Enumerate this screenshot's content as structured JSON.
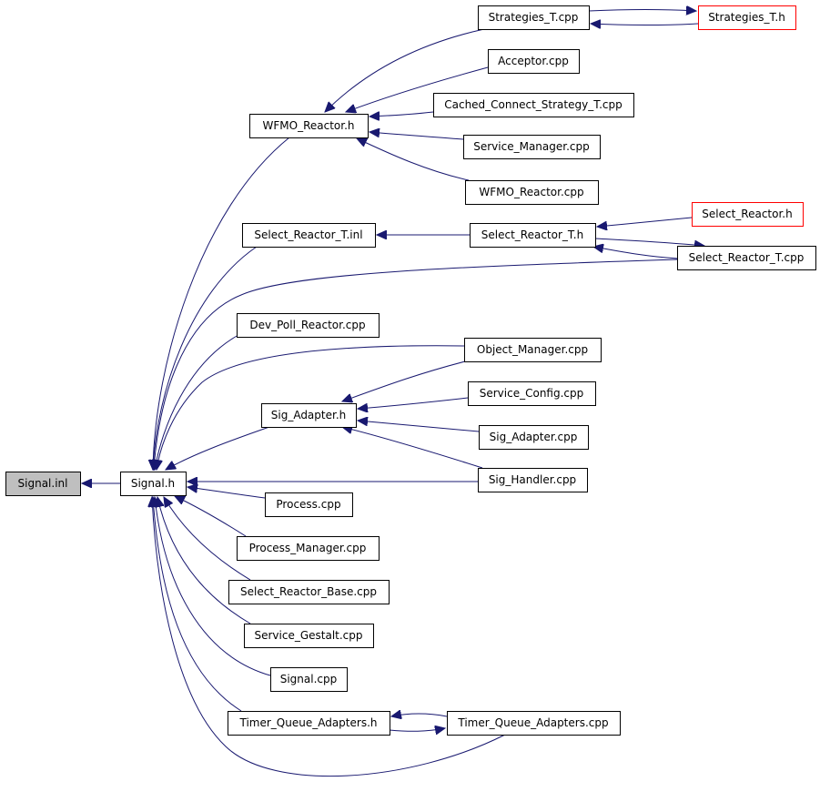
{
  "colors": {
    "edge": "#191970",
    "node_border": "#000000",
    "highlight_border": "#ff0000",
    "root_fill": "#bfbfbf"
  },
  "nodes": [
    {
      "id": "signal_inl",
      "label": "Signal.inl",
      "style": "root"
    },
    {
      "id": "signal_h",
      "label": "Signal.h"
    },
    {
      "id": "strategies_t_cpp",
      "label": "Strategies_T.cpp"
    },
    {
      "id": "strategies_t_h",
      "label": "Strategies_T.h",
      "style": "red"
    },
    {
      "id": "acceptor_cpp",
      "label": "Acceptor.cpp"
    },
    {
      "id": "wfmo_reactor_h",
      "label": "WFMO_Reactor.h"
    },
    {
      "id": "cached_connect_cpp",
      "label": "Cached_Connect_Strategy_T.cpp"
    },
    {
      "id": "service_manager_cpp",
      "label": "Service_Manager.cpp"
    },
    {
      "id": "wfmo_reactor_cpp",
      "label": "WFMO_Reactor.cpp"
    },
    {
      "id": "select_reactor_h",
      "label": "Select_Reactor.h",
      "style": "red"
    },
    {
      "id": "select_reactor_t_inl",
      "label": "Select_Reactor_T.inl"
    },
    {
      "id": "select_reactor_t_h",
      "label": "Select_Reactor_T.h"
    },
    {
      "id": "select_reactor_t_cpp",
      "label": "Select_Reactor_T.cpp"
    },
    {
      "id": "dev_poll_reactor_cpp",
      "label": "Dev_Poll_Reactor.cpp"
    },
    {
      "id": "object_manager_cpp",
      "label": "Object_Manager.cpp"
    },
    {
      "id": "service_config_cpp",
      "label": "Service_Config.cpp"
    },
    {
      "id": "sig_adapter_h",
      "label": "Sig_Adapter.h"
    },
    {
      "id": "sig_adapter_cpp",
      "label": "Sig_Adapter.cpp"
    },
    {
      "id": "sig_handler_cpp",
      "label": "Sig_Handler.cpp"
    },
    {
      "id": "process_cpp",
      "label": "Process.cpp"
    },
    {
      "id": "process_manager_cpp",
      "label": "Process_Manager.cpp"
    },
    {
      "id": "select_reactor_base_cpp",
      "label": "Select_Reactor_Base.cpp"
    },
    {
      "id": "service_gestalt_cpp",
      "label": "Service_Gestalt.cpp"
    },
    {
      "id": "signal_cpp",
      "label": "Signal.cpp"
    },
    {
      "id": "timer_queue_adapters_h",
      "label": "Timer_Queue_Adapters.h"
    },
    {
      "id": "timer_queue_adapters_cpp",
      "label": "Timer_Queue_Adapters.cpp"
    }
  ],
  "edges": [
    {
      "from": "signal_h",
      "to": "signal_inl"
    },
    {
      "from": "wfmo_reactor_h",
      "to": "signal_h"
    },
    {
      "from": "select_reactor_t_inl",
      "to": "signal_h"
    },
    {
      "from": "select_reactor_t_cpp",
      "to": "signal_h"
    },
    {
      "from": "dev_poll_reactor_cpp",
      "to": "signal_h"
    },
    {
      "from": "object_manager_cpp",
      "to": "signal_h"
    },
    {
      "from": "sig_adapter_h",
      "to": "signal_h"
    },
    {
      "from": "sig_handler_cpp",
      "to": "signal_h"
    },
    {
      "from": "process_cpp",
      "to": "signal_h"
    },
    {
      "from": "process_manager_cpp",
      "to": "signal_h"
    },
    {
      "from": "select_reactor_base_cpp",
      "to": "signal_h"
    },
    {
      "from": "service_gestalt_cpp",
      "to": "signal_h"
    },
    {
      "from": "signal_cpp",
      "to": "signal_h"
    },
    {
      "from": "timer_queue_adapters_h",
      "to": "signal_h"
    },
    {
      "from": "timer_queue_adapters_cpp",
      "to": "signal_h"
    },
    {
      "from": "strategies_t_cpp",
      "to": "wfmo_reactor_h"
    },
    {
      "from": "acceptor_cpp",
      "to": "wfmo_reactor_h"
    },
    {
      "from": "cached_connect_cpp",
      "to": "wfmo_reactor_h"
    },
    {
      "from": "service_manager_cpp",
      "to": "wfmo_reactor_h"
    },
    {
      "from": "wfmo_reactor_cpp",
      "to": "wfmo_reactor_h"
    },
    {
      "from": "strategies_t_cpp",
      "to": "strategies_t_h"
    },
    {
      "from": "strategies_t_h",
      "to": "strategies_t_cpp"
    },
    {
      "from": "select_reactor_t_h",
      "to": "select_reactor_t_inl"
    },
    {
      "from": "select_reactor_h",
      "to": "select_reactor_t_h"
    },
    {
      "from": "select_reactor_t_cpp",
      "to": "select_reactor_t_h"
    },
    {
      "from": "select_reactor_t_h",
      "to": "select_reactor_t_cpp"
    },
    {
      "from": "object_manager_cpp",
      "to": "sig_adapter_h"
    },
    {
      "from": "service_config_cpp",
      "to": "sig_adapter_h"
    },
    {
      "from": "sig_adapter_cpp",
      "to": "sig_adapter_h"
    },
    {
      "from": "sig_handler_cpp",
      "to": "sig_adapter_h"
    },
    {
      "from": "timer_queue_adapters_cpp",
      "to": "timer_queue_adapters_h"
    },
    {
      "from": "timer_queue_adapters_h",
      "to": "timer_queue_adapters_cpp"
    }
  ]
}
